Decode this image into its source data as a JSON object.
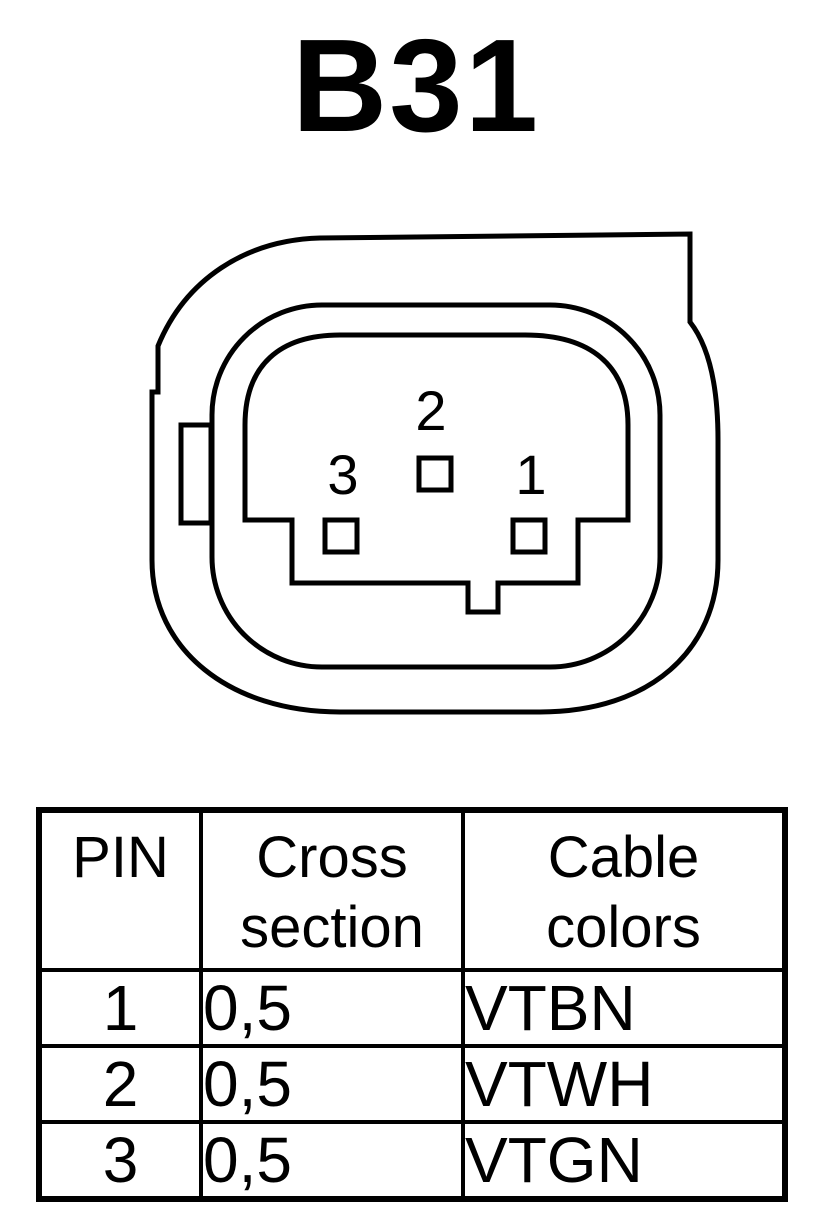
{
  "title": "B31",
  "connector": {
    "pin_labels": [
      "2",
      "3",
      "1"
    ]
  },
  "table": {
    "headers": {
      "pin": [
        "PIN"
      ],
      "cross_section": [
        "Cross",
        "section"
      ],
      "cable_colors": [
        "Cable",
        "colors"
      ]
    },
    "rows": [
      {
        "pin": "1",
        "cross_section": "0,5",
        "cable_color": "VTBN"
      },
      {
        "pin": "2",
        "cross_section": "0,5",
        "cable_color": "VTWH"
      },
      {
        "pin": "3",
        "cross_section": "0,5",
        "cable_color": "VTGN"
      }
    ]
  }
}
